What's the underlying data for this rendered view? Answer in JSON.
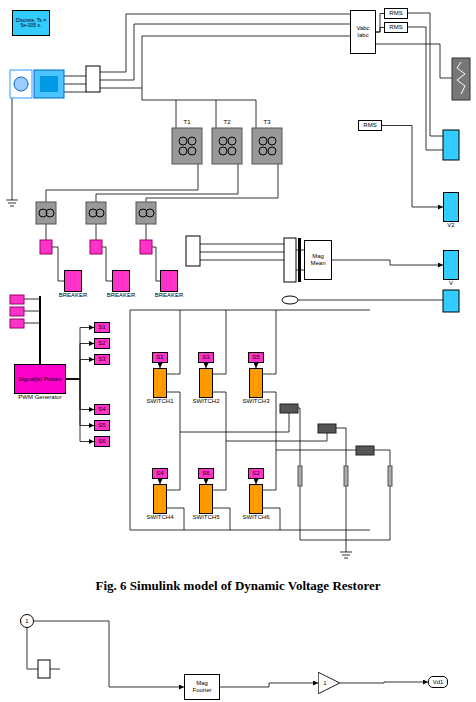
{
  "diagram": {
    "caption": "Fig. 6 Simulink model of Dynamic Voltage Restorer",
    "nodes": [
      {
        "text": [
          "Discrete, Ts = 5e-005 s."
        ]
      },
      {
        "text": [
          "Vabc",
          "Iabc"
        ]
      },
      {
        "text": [
          "RMS"
        ]
      },
      {
        "text": [
          "RMS"
        ]
      },
      {
        "text": [
          "RMS"
        ]
      },
      {
        "text": [
          "Mag",
          "Mean"
        ]
      },
      {
        "text": [
          "V2"
        ]
      },
      {
        "text": [
          "V"
        ]
      },
      {
        "text": [
          "BREAKER"
        ]
      },
      {
        "text": [
          "BREAKER"
        ]
      },
      {
        "text": [
          "BREAKER"
        ]
      },
      {
        "text": [
          "Signal(s) Pulses",
          "PWM Generator"
        ]
      },
      {
        "text": [
          "S1"
        ]
      },
      {
        "text": [
          "S2"
        ]
      },
      {
        "text": [
          "S3"
        ]
      },
      {
        "text": [
          "S4"
        ]
      },
      {
        "text": [
          "S5"
        ]
      },
      {
        "text": [
          "S6"
        ]
      },
      {
        "text": [
          "S1"
        ]
      },
      {
        "text": [
          "S3"
        ]
      },
      {
        "text": [
          "S5"
        ]
      },
      {
        "text": [
          "SWITCH1"
        ]
      },
      {
        "text": [
          "SWITCH2"
        ]
      },
      {
        "text": [
          "SWITCH3"
        ]
      },
      {
        "text": [
          "S4"
        ]
      },
      {
        "text": [
          "S6"
        ]
      },
      {
        "text": [
          "S2"
        ]
      },
      {
        "text": [
          "SWITCH4"
        ]
      },
      {
        "text": [
          "SWITCH5"
        ]
      },
      {
        "text": [
          "SWITCH6"
        ]
      },
      {
        "text": [
          "1"
        ]
      },
      {
        "text": [
          "Mag",
          "Fourier"
        ]
      },
      {
        "text": [
          "1"
        ]
      },
      {
        "text": [
          "Vd1"
        ]
      }
    ],
    "edges": [
      {
        "from": 1,
        "to": 2,
        "arrow": "none"
      },
      {
        "from": 1,
        "to": 3,
        "arrow": "none"
      },
      {
        "from": 4,
        "to": 6,
        "arrow": "to"
      },
      {
        "from": 5,
        "to": 7,
        "arrow": "to"
      },
      {
        "from": 11,
        "to": 12,
        "arrow": "to"
      },
      {
        "from": 11,
        "to": 13,
        "arrow": "to"
      },
      {
        "from": 11,
        "to": 14,
        "arrow": "to"
      },
      {
        "from": 11,
        "to": 15,
        "arrow": "to"
      },
      {
        "from": 11,
        "to": 16,
        "arrow": "to"
      },
      {
        "from": 11,
        "to": 17,
        "arrow": "to"
      },
      {
        "from": 18,
        "to": 21,
        "arrow": "to"
      },
      {
        "from": 19,
        "to": 22,
        "arrow": "to"
      },
      {
        "from": 20,
        "to": 23,
        "arrow": "to"
      },
      {
        "from": 24,
        "to": 27,
        "arrow": "to"
      },
      {
        "from": 25,
        "to": 28,
        "arrow": "to"
      },
      {
        "from": 26,
        "to": 29,
        "arrow": "to"
      },
      {
        "from": 30,
        "to": 31,
        "arrow": "to"
      },
      {
        "from": 31,
        "to": 32,
        "arrow": "to"
      },
      {
        "from": 32,
        "to": 33,
        "arrow": "to"
      }
    ],
    "labels": [
      "T1",
      "T2",
      "T3"
    ]
  }
}
